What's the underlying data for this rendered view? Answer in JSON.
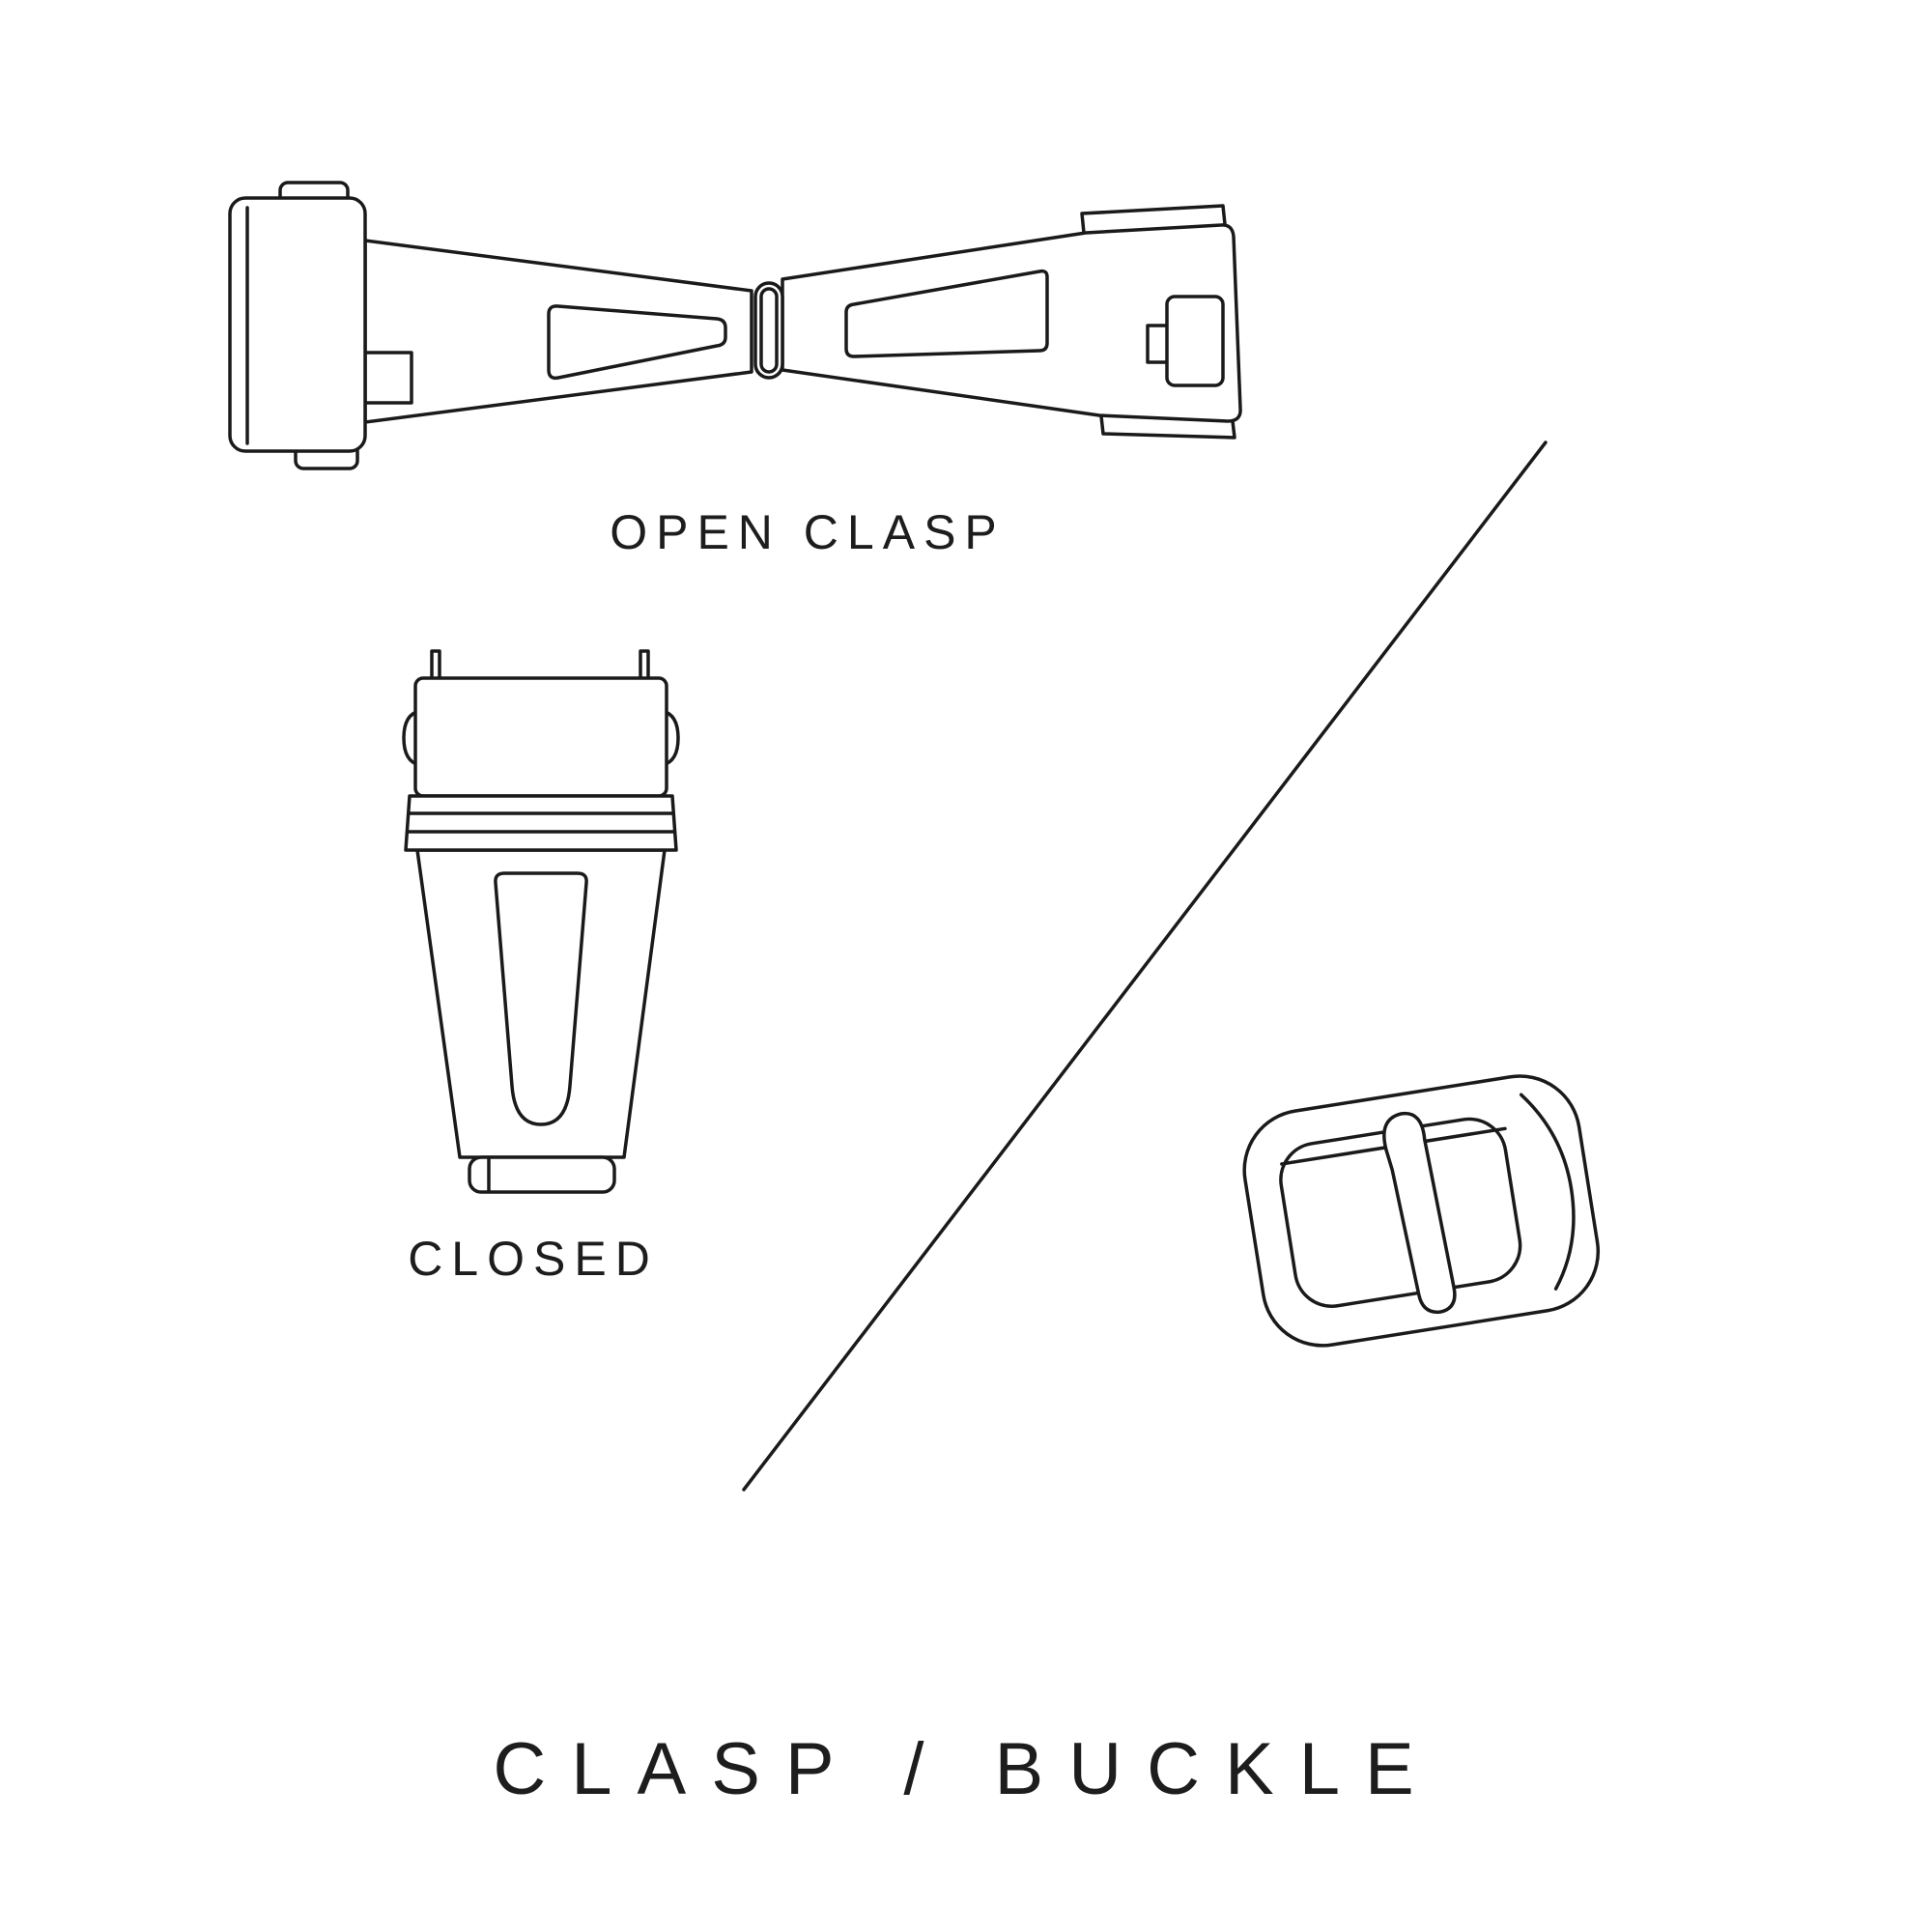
{
  "page": {
    "background": "#ffffff",
    "line_color": "#1a1a1a",
    "text_color": "#1d1d1d"
  },
  "figures": {
    "open_clasp": {
      "label": "OPEN CLASP",
      "icon": "open-clasp-illustration"
    },
    "closed_clasp": {
      "label": "CLOSED",
      "icon": "closed-clasp-illustration"
    },
    "buckle": {
      "icon": "tang-buckle-illustration"
    }
  },
  "divider": {
    "icon": "diagonal-divider-line"
  },
  "title": "CLASP / BUCKLE"
}
